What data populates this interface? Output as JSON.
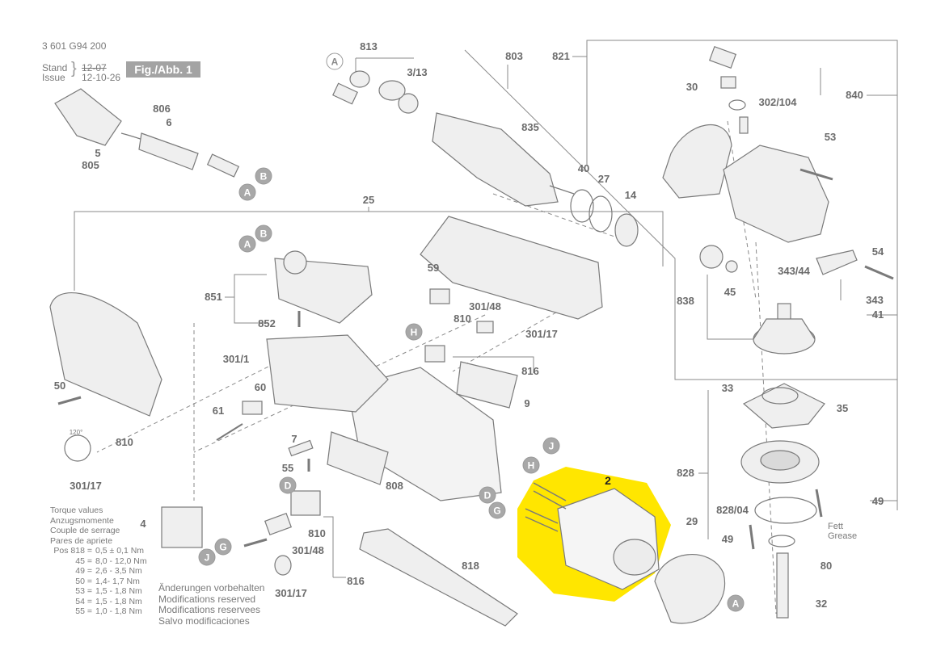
{
  "header": {
    "doc_number": "3 601 G94 200",
    "stand_label": "Stand",
    "issue_label": "Issue",
    "stand_date_struck": "12-07",
    "issue_date": "12-10-26",
    "fig_label": "Fig./Abb. 1"
  },
  "parts": [
    {
      "id": "p813",
      "text": "813"
    },
    {
      "id": "p803",
      "text": "803"
    },
    {
      "id": "p821",
      "text": "821"
    },
    {
      "id": "p3_13",
      "text": "3/13"
    },
    {
      "id": "p835",
      "text": "835"
    },
    {
      "id": "p30",
      "text": "30"
    },
    {
      "id": "p302_104",
      "text": "302/104"
    },
    {
      "id": "p840",
      "text": "840"
    },
    {
      "id": "p53",
      "text": "53"
    },
    {
      "id": "p40",
      "text": "40"
    },
    {
      "id": "p27",
      "text": "27"
    },
    {
      "id": "p14",
      "text": "14"
    },
    {
      "id": "p806",
      "text": "806"
    },
    {
      "id": "p6",
      "text": "6"
    },
    {
      "id": "p5",
      "text": "5"
    },
    {
      "id": "p805",
      "text": "805"
    },
    {
      "id": "p25",
      "text": "25"
    },
    {
      "id": "p59",
      "text": "59"
    },
    {
      "id": "p851",
      "text": "851"
    },
    {
      "id": "p852",
      "text": "852"
    },
    {
      "id": "p301_48a",
      "text": "301/48"
    },
    {
      "id": "p810a",
      "text": "810"
    },
    {
      "id": "p301_17a",
      "text": "301/17"
    },
    {
      "id": "p816a",
      "text": "816"
    },
    {
      "id": "p301_1",
      "text": "301/1"
    },
    {
      "id": "p60",
      "text": "60"
    },
    {
      "id": "p61",
      "text": "61"
    },
    {
      "id": "p9",
      "text": "9"
    },
    {
      "id": "p50",
      "text": "50"
    },
    {
      "id": "p810b",
      "text": "810"
    },
    {
      "id": "p301_17b",
      "text": "301/17"
    },
    {
      "id": "p7",
      "text": "7"
    },
    {
      "id": "p55",
      "text": "55"
    },
    {
      "id": "p808",
      "text": "808"
    },
    {
      "id": "p4",
      "text": "4"
    },
    {
      "id": "p810c",
      "text": "810"
    },
    {
      "id": "p301_48b",
      "text": "301/48"
    },
    {
      "id": "p301_17c",
      "text": "301/17"
    },
    {
      "id": "p816b",
      "text": "816"
    },
    {
      "id": "p818",
      "text": "818"
    },
    {
      "id": "p2",
      "text": "2"
    },
    {
      "id": "p343_44",
      "text": "343/44"
    },
    {
      "id": "p54",
      "text": "54"
    },
    {
      "id": "p838",
      "text": "838"
    },
    {
      "id": "p45",
      "text": "45"
    },
    {
      "id": "p343",
      "text": "343"
    },
    {
      "id": "p41",
      "text": "41"
    },
    {
      "id": "p33",
      "text": "33"
    },
    {
      "id": "p35",
      "text": "35"
    },
    {
      "id": "p828a",
      "text": "828"
    },
    {
      "id": "p828_04",
      "text": "828/04"
    },
    {
      "id": "p49a",
      "text": "49"
    },
    {
      "id": "p49b",
      "text": "49"
    },
    {
      "id": "p29",
      "text": "29"
    },
    {
      "id": "p80",
      "text": "80"
    },
    {
      "id": "p32",
      "text": "32"
    }
  ],
  "callouts": [
    {
      "id": "cA1",
      "text": "A"
    },
    {
      "id": "cA2",
      "text": "A"
    },
    {
      "id": "cB1",
      "text": "B"
    },
    {
      "id": "cA3",
      "text": "A"
    },
    {
      "id": "cB2",
      "text": "B"
    },
    {
      "id": "cH1",
      "text": "H"
    },
    {
      "id": "cD1",
      "text": "D"
    },
    {
      "id": "cJ1",
      "text": "J"
    },
    {
      "id": "cG1",
      "text": "G"
    },
    {
      "id": "cJ2",
      "text": "J"
    },
    {
      "id": "cH2",
      "text": "H"
    },
    {
      "id": "cD2",
      "text": "D"
    },
    {
      "id": "cG2",
      "text": "G"
    },
    {
      "id": "cA4",
      "text": "A"
    }
  ],
  "spring_angle": "120°",
  "fett_grease": [
    "Fett",
    "Grease"
  ],
  "torque": {
    "title_lines": [
      "Torque values",
      "Anzugsmomente",
      "Couple de serrage",
      "Pares de apriete"
    ],
    "rows": [
      {
        "pos": "Pos 818 =",
        "value": "0,5 ± 0,1 Nm"
      },
      {
        "pos": "45 =",
        "value": "8,0 - 12,0 Nm"
      },
      {
        "pos": "49 =",
        "value": "2,6 - 3,5 Nm"
      },
      {
        "pos": "50 =",
        "value": "1,4- 1,7 Nm"
      },
      {
        "pos": "53 =",
        "value": "1,5 - 1,8 Nm"
      },
      {
        "pos": "54 =",
        "value": "1,5 - 1,8 Nm"
      },
      {
        "pos": "55 =",
        "value": "1,0 - 1,8 Nm"
      }
    ]
  },
  "modifications": [
    "Änderungen vorbehalten",
    "Modifications reserved",
    "Modifications reservees",
    "Salvo modificaciones"
  ],
  "colors": {
    "highlight": "#ffe600",
    "line": "#8a8a8a",
    "part_fill": "#e6e6e6",
    "callout": "#a8a8a8"
  }
}
